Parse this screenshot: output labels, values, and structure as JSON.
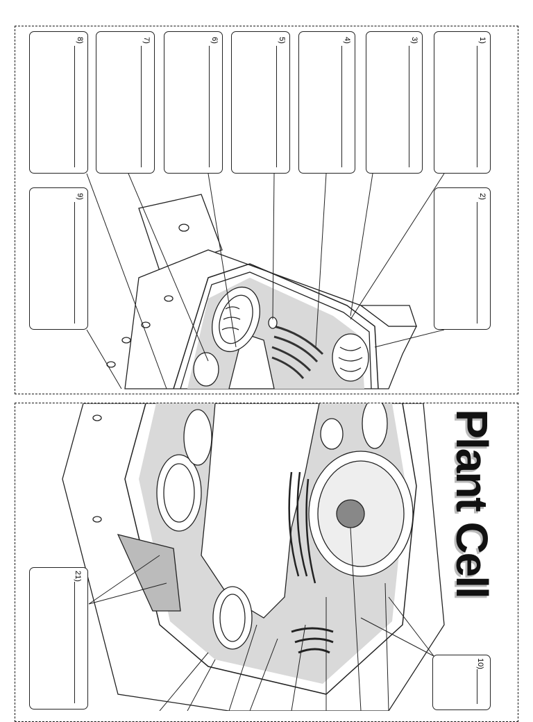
{
  "title": "Plant Cell",
  "labels": {
    "n1": "1)",
    "n2": "2)",
    "n3": "3)",
    "n4": "4)",
    "n5": "5)",
    "n6": "6)",
    "n7": "7)",
    "n8": "8)",
    "n9": "9)",
    "n10": "10)",
    "n21": "21)"
  }
}
